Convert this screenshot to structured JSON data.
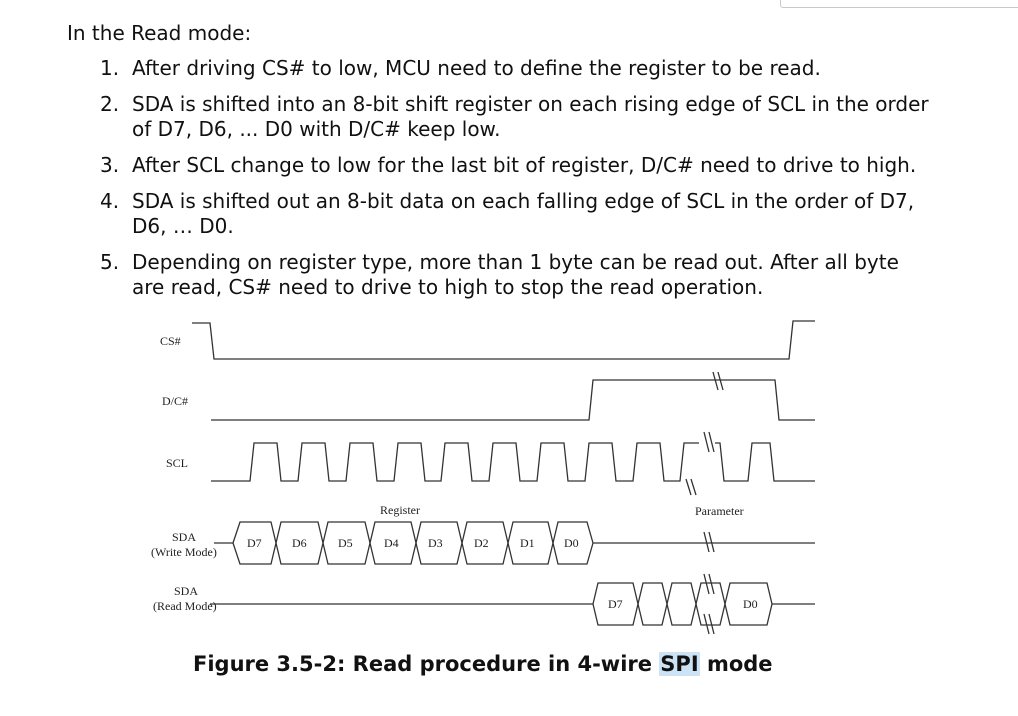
{
  "intro": "In the Read mode:",
  "steps": [
    {
      "num": "1.",
      "lines": [
        "After driving CS# to low, MCU need to define the register to be read."
      ]
    },
    {
      "num": "2.",
      "lines": [
        "SDA is shifted into an 8-bit shift register on each rising edge of SCL in the order",
        "of D7, D6, ... D0 with D/C# keep low."
      ]
    },
    {
      "num": "3.",
      "lines": [
        "After SCL change to low for the last bit of register, D/C# need to drive to high."
      ]
    },
    {
      "num": "4.",
      "lines": [
        "SDA is shifted out an 8-bit data on each falling edge of SCL in the order of D7,",
        "D6, … D0."
      ]
    },
    {
      "num": "5.",
      "lines": [
        "Depending on register type, more than 1 byte can be read out. After all byte",
        "are read, CS# need to drive to high to stop the read operation."
      ]
    }
  ],
  "diagram": {
    "signals": {
      "cs": "CS#",
      "dc": "D/C#",
      "scl": "SCL",
      "sda_write": [
        "SDA",
        "(Write Mode)"
      ],
      "sda_read": [
        "SDA",
        "(Read Mode)"
      ]
    },
    "section_labels": {
      "register": "Register",
      "parameter": "Parameter"
    },
    "write_bits": [
      "D7",
      "D6",
      "D5",
      "D4",
      "D3",
      "D2",
      "D1",
      "D0"
    ],
    "read_bits": [
      "D7",
      "D0"
    ]
  },
  "caption": {
    "prefix": "Figure 3.5-2: Read procedure in 4-wire ",
    "highlight": "SPI",
    "suffix": " mode"
  }
}
